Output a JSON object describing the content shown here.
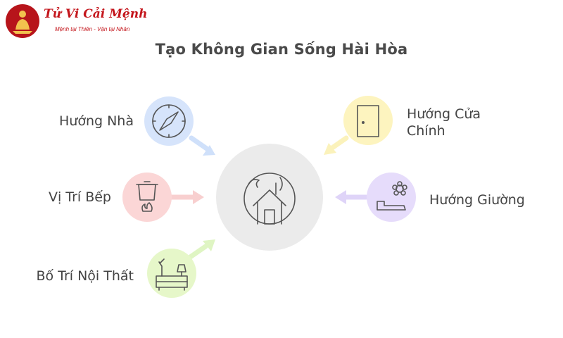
{
  "logo": {
    "title": "Tử Vi Cải Mệnh",
    "subtitle": "Mệnh tại Thiên - Vận tại Nhân"
  },
  "title": "Tạo Không Gian Sống Hài Hòa",
  "center": {
    "icon": "house-icon"
  },
  "items": [
    {
      "label": "Hướng Nhà",
      "icon": "compass-icon",
      "color": "#d6e4fb"
    },
    {
      "label": "Vị Trí Bếp",
      "icon": "stove-pot-icon",
      "color": "#fbd6d6"
    },
    {
      "label": "Bố Trí Nội Thất",
      "icon": "furniture-icon",
      "color": "#e6f7c9"
    },
    {
      "label_line1": "Hướng Cửa",
      "label_line2": "Chính",
      "icon": "door-icon",
      "color": "#fdf4bf"
    },
    {
      "label": "Hướng Giường",
      "icon": "bed-icon",
      "color": "#e6dcfb"
    }
  ],
  "colors": {
    "center_fill": "#ebebeb",
    "icon_stroke": "#555555",
    "blue_arrow": "#cfe0fa",
    "red_arrow": "#f8cfcf",
    "green_arrow": "#dff5c3",
    "yellow_arrow": "#fbf2bb",
    "purple_arrow": "#dfd4f8"
  }
}
